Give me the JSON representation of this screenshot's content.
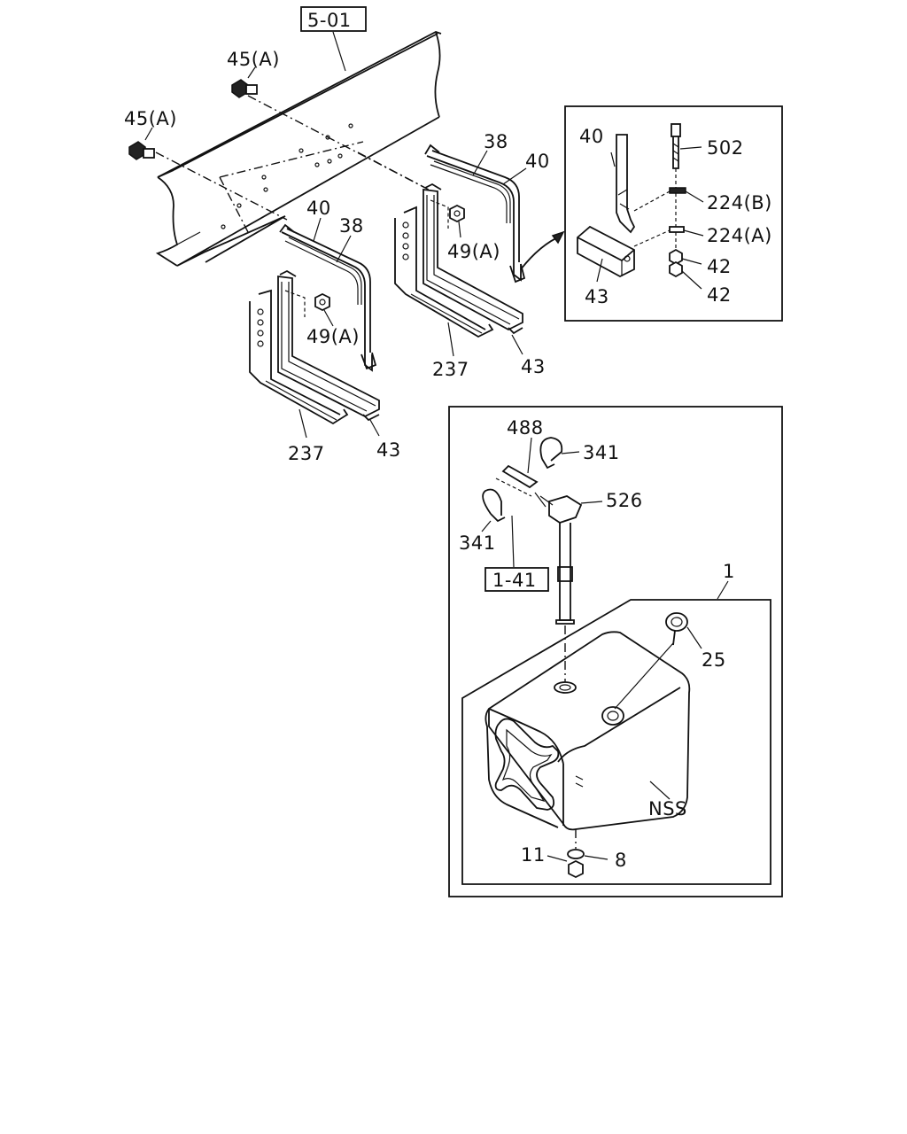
{
  "colors": {
    "line": "#111111",
    "background": "#ffffff"
  },
  "refs": {
    "frame_ref": "5-01",
    "gauge_ref": "1-41"
  },
  "callouts": {
    "bolt_upper": "45(A)",
    "bolt_left": "45(A)",
    "band_38_right": "38",
    "band_40_right": "40",
    "band_40_left": "40",
    "band_38_left": "38",
    "nut_49_right": "49(A)",
    "nut_49_left": "49(A)",
    "strap_237_left": "237",
    "bracket_43_left": "43",
    "strap_237_right": "237",
    "bracket_43_right": "43"
  },
  "detail_a": {
    "band": "40",
    "bolt": "502",
    "washer_b": "224(B)",
    "washer_a": "224(A)",
    "nut_upper": "42",
    "nut_lower": "42",
    "bracket": "43"
  },
  "detail_b": {
    "hose": "488",
    "clamp_upper": "341",
    "sender_unit": "526",
    "clamp_lower": "341",
    "tank_assy": "1",
    "filler_cap": "25",
    "tank_body": "NSS",
    "drain_plug": "11",
    "drain_gasket": "8"
  }
}
